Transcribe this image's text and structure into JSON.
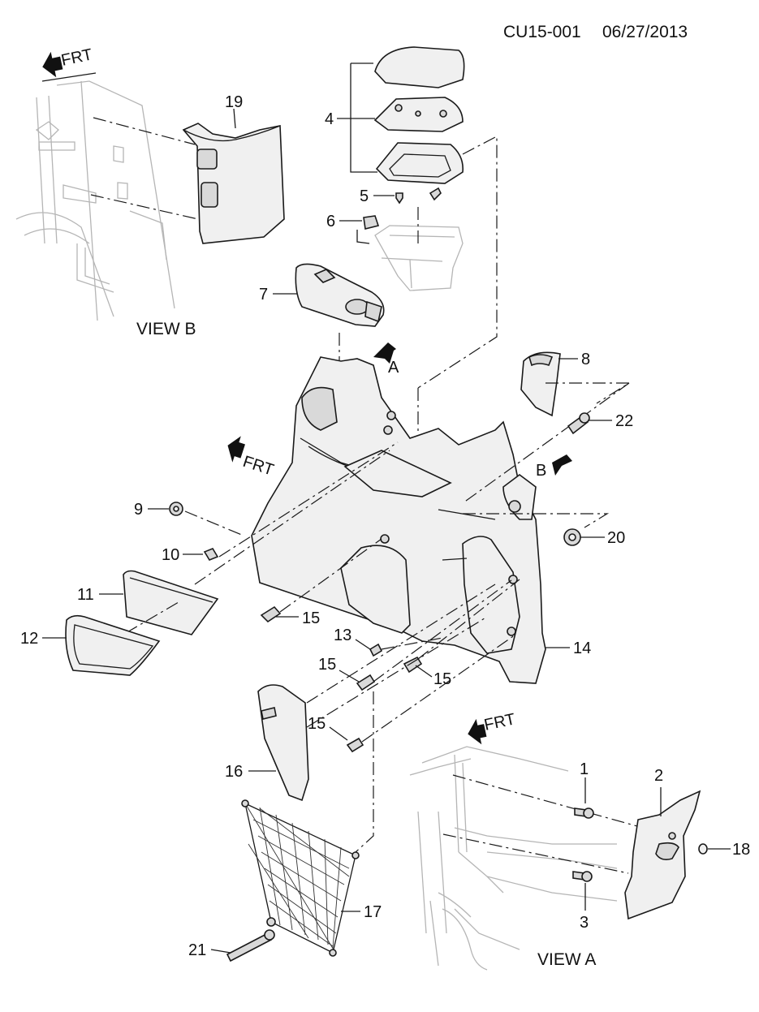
{
  "header": {
    "code": "CU15-001",
    "date": "06/27/2013"
  },
  "views": {
    "view_a": "VIEW A",
    "view_b": "VIEW B"
  },
  "orientation": {
    "front": "FRT",
    "arrow_a": "A",
    "arrow_b": "B"
  },
  "callouts": {
    "c1": "1",
    "c2": "2",
    "c3": "3",
    "c4": "4",
    "c5": "5",
    "c6": "6",
    "c7": "7",
    "c8": "8",
    "c9": "9",
    "c10": "10",
    "c11": "11",
    "c12": "12",
    "c13": "13",
    "c14": "14",
    "c15": "15",
    "c16": "16",
    "c17": "17",
    "c18": "18",
    "c19": "19",
    "c20": "20",
    "c21": "21",
    "c22": "22"
  }
}
